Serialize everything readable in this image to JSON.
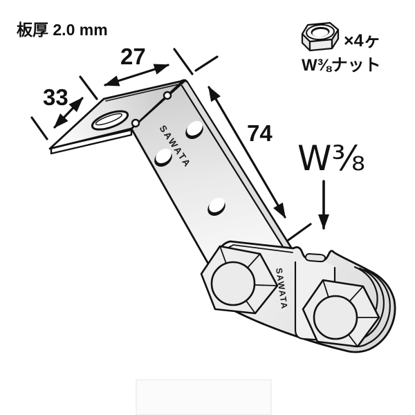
{
  "figure": {
    "plate_thickness": "板厚 2.0 mm",
    "dims": {
      "flange_top": "27",
      "flange_side": "33",
      "arm_length": "74"
    },
    "thread": {
      "size": "W⅜"
    },
    "nut": {
      "count": "×4ヶ",
      "spec": "W⅜ナット"
    },
    "brand": {
      "arm": "SAWATA",
      "clamp": "SAWATA"
    }
  },
  "colors": {
    "ink": "#111111",
    "background": "#ffffff",
    "metal_light": "#f5f5f5",
    "metal_mid": "#e8e8e8",
    "metal_dark": "#c9c9c9"
  }
}
